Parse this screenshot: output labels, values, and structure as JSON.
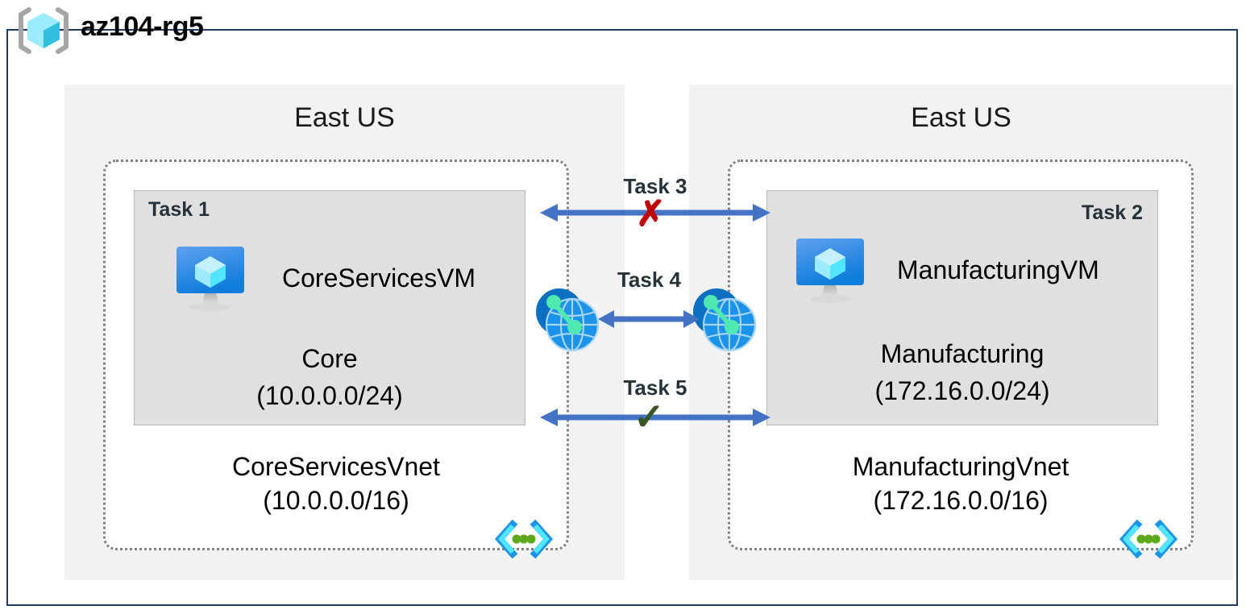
{
  "resource_group": {
    "name": "az104-rg5",
    "icon": "azure-resource-group-icon"
  },
  "colors": {
    "frame_border": "#1f3864",
    "region_bg": "#f2f2f2",
    "subnet_bg": "#e0e0e0",
    "vnet_border": "#808080",
    "arrow": "#4472c4",
    "task_label": "#263238",
    "x_marker": "#c00000",
    "check_marker": "#375623",
    "vm_icon_blue": "#1f86e0",
    "globe_blue": "#0b6fc2",
    "subnet_icon_green": "#5ea81c"
  },
  "regions": [
    {
      "id": "left",
      "label": "East US",
      "vnet": {
        "name": "CoreServicesVnet",
        "address_space": "(10.0.0.0/16)",
        "corner_icon": "subnet-icon"
      },
      "subnet": {
        "task_tag": "Task 1",
        "task_tag_align": "left",
        "vm": {
          "name": "CoreServicesVM",
          "icon": "virtual-machine-icon"
        },
        "name": "Core",
        "address_space": "(10.0.0.0/24)"
      }
    },
    {
      "id": "right",
      "label": "East US",
      "vnet": {
        "name": "ManufacturingVnet",
        "address_space": "(172.16.0.0/16)",
        "corner_icon": "subnet-icon"
      },
      "subnet": {
        "task_tag": "Task 2",
        "task_tag_align": "right",
        "vm": {
          "name": "ManufacturingVM",
          "icon": "virtual-machine-icon"
        },
        "name": "Manufacturing",
        "address_space": "(172.16.0.0/24)"
      }
    }
  ],
  "connections": [
    {
      "id": "task3",
      "label": "Task 3",
      "marker": "x",
      "marker_glyph": "✗",
      "status": "blocked"
    },
    {
      "id": "task4",
      "label": "Task 4",
      "marker": "none",
      "marker_glyph": "",
      "status": "peering"
    },
    {
      "id": "task5",
      "label": "Task 5",
      "marker": "check",
      "marker_glyph": "✓",
      "status": "allowed"
    }
  ]
}
